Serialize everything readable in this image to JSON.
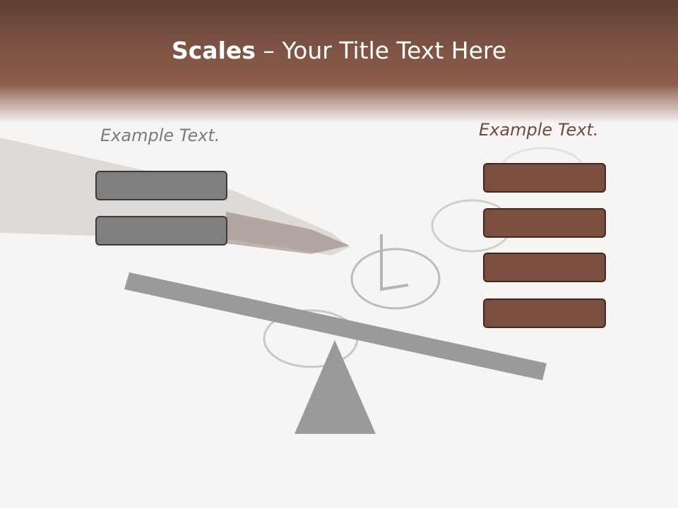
{
  "slide": {
    "title_bold": "Scales",
    "title_rest": " – Your Title Text Here",
    "left_label": "Example Text.",
    "right_label": "Example Text."
  },
  "left_boxes": [
    "",
    ""
  ],
  "right_boxes": [
    "",
    "",
    "",
    ""
  ],
  "colors": {
    "header": "#7d5343",
    "gray_box": "#7f7f7f",
    "brown_box": "#7b4e40",
    "scale": "#9a9a9a",
    "right_label": "#6e4d40",
    "left_label": "#7b7b7b"
  }
}
